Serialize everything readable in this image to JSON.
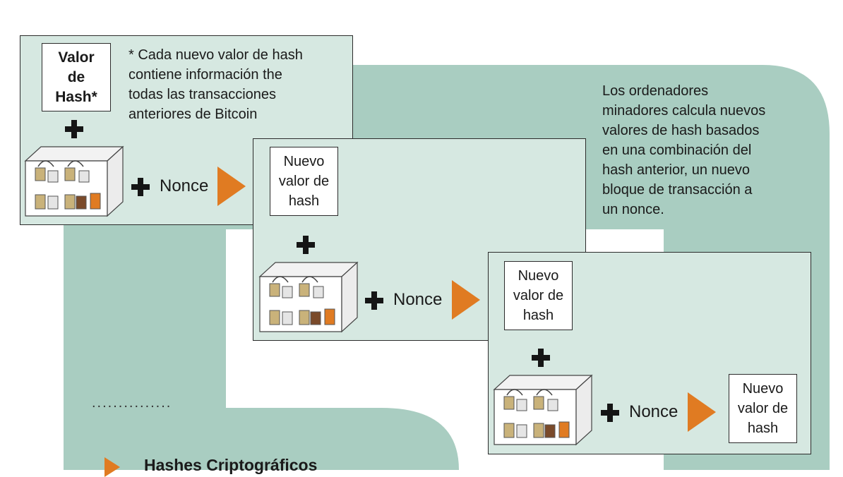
{
  "colors": {
    "panel_fill": "#d6e8e1",
    "path_fill": "#a9cdc1",
    "arrow": "#e07b22"
  },
  "first_hash_label": "Valor\nde\nHash*",
  "footnote": "* Cada nuevo valor de hash\ncontiene información the\ntodas las transacciones\nanteriores de Bitcoin",
  "description": "Los ordenadores\nminadores calcula nuevos\nvalores de hash basados\nen una combinación del\nhash anterior, un nuevo\nbloque de transacción a\nun nonce.",
  "steps": [
    {
      "nonce_label": "Nonce",
      "new_hash_label": "Nuevo\nvalor de\nhash"
    },
    {
      "nonce_label": "Nonce",
      "new_hash_label": "Nuevo\nvalor de\nhash"
    },
    {
      "nonce_label": "Nonce",
      "new_hash_label": "Nuevo\nvalor de\nhash"
    }
  ],
  "dotted_line": "...............",
  "footer_title": "Hashes Criptográficos",
  "icons": [
    "plus-icon",
    "transaction-block-icon",
    "arrow-right-icon"
  ]
}
